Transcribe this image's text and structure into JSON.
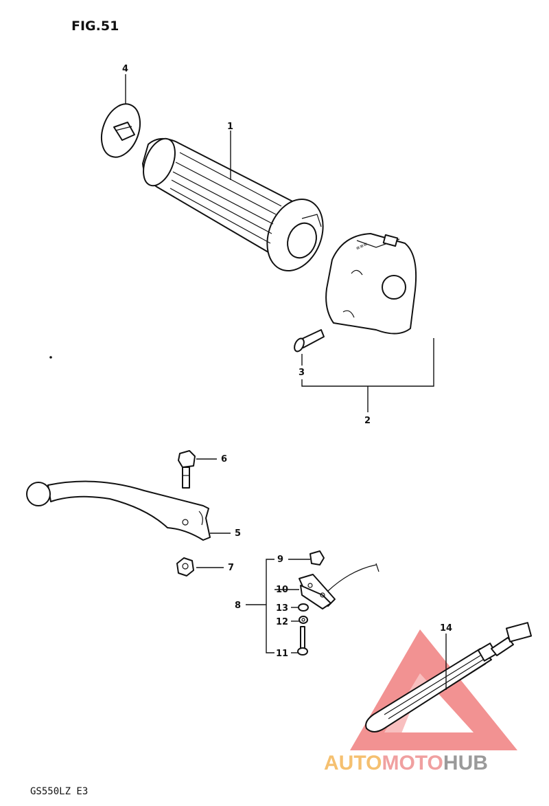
{
  "figure": {
    "title": "FIG.51",
    "model_code": "GS550LZ E3"
  },
  "callouts": {
    "c1": "1",
    "c2": "2",
    "c3": "3",
    "c4": "4",
    "c5": "5",
    "c6": "6",
    "c7": "7",
    "c8": "8",
    "c9": "9",
    "c10": "10",
    "c11": "11",
    "c12": "12",
    "c13": "13",
    "c14": "14"
  },
  "watermark": {
    "part1": "AUTO",
    "part2": "MOTO",
    "part3": "HUB",
    "colors": {
      "triangle": "#f08080",
      "auto": "#f5c070",
      "moto": "#f0a0a0",
      "hub": "#9a9a9a"
    }
  }
}
